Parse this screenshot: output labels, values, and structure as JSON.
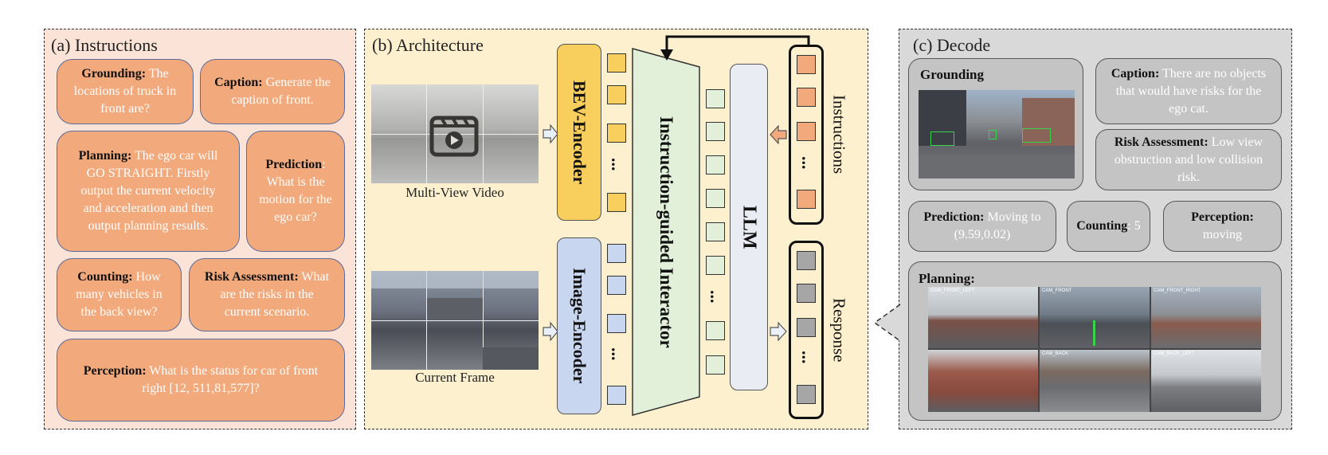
{
  "instructions": {
    "title": "(a) Instructions",
    "cards": {
      "grounding": {
        "label": "Grounding:",
        "text": " The locations of truck in front are?"
      },
      "caption": {
        "label": "Caption:",
        "text": " Generate the caption of front."
      },
      "planning": {
        "label": "Planning:",
        "text": " The ego car will GO STRAIGHT. Firstly output the current velocity and acceleration and then output planning results."
      },
      "prediction": {
        "label": "Prediction",
        "text": ": What is the motion for the ego car?"
      },
      "counting": {
        "label": "Counting:",
        "text": " How many vehicles in the back view?"
      },
      "risk": {
        "label": "Risk Assessment:",
        "text": " What are the risks in the current scenario."
      },
      "perception": {
        "label": "Perception:",
        "text": " What is the status for car of front right [12, 511,81,577]?"
      }
    }
  },
  "architecture": {
    "title": "(b) Architecture",
    "multi_view_label": "Multi-View Video",
    "current_frame_label": "Current Frame",
    "bev_encoder": "BEV-Encoder",
    "image_encoder": "Image-Encoder",
    "interactor": "Instruction-guided Interactor",
    "llm": "LLM",
    "instructions_label": "Instructions",
    "response_label": "Response",
    "ellipsis": "...",
    "colors": {
      "bev": "#f8cf5c",
      "image": "#c9d6ef",
      "token_green": "#e2f0d9",
      "instr": "#f2a97c",
      "resp": "#a6a6a6",
      "llm": "#e9ecf2"
    }
  },
  "decode": {
    "title": "(c) Decode",
    "grounding": {
      "label": "Grounding"
    },
    "caption": {
      "label": "Caption:",
      "text": " There are no objects that would have risks for the ego cat."
    },
    "risk": {
      "label": "Risk Assessment:",
      "text": " Low view obstruction and low collision risk."
    },
    "prediction": {
      "label": "Prediction:",
      "text": " Moving to (9.59,0.02)"
    },
    "counting": {
      "label": "Counting",
      "text": ": 5"
    },
    "perception": {
      "label": "Perception:",
      "text": " moving"
    },
    "planning": {
      "label": "Planning:"
    },
    "cam_labels": [
      "CAM_FRONT_LEFT",
      "CAM_FRONT",
      "CAM_FRONT_RIGHT",
      "CAM_BACK",
      "CAM_BACK_LEFT"
    ]
  }
}
